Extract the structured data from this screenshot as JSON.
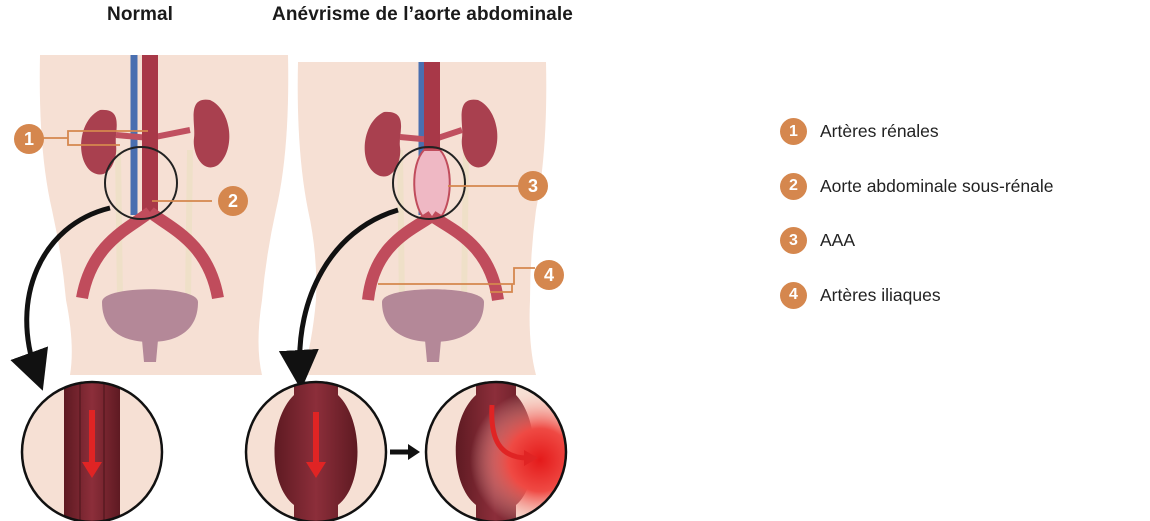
{
  "titles": {
    "normal": "Normal",
    "aneurysm": "Anévrisme de l’aorte abdominale"
  },
  "markers": [
    {
      "number": "1"
    },
    {
      "number": "2"
    },
    {
      "number": "3"
    },
    {
      "number": "4"
    }
  ],
  "legend": [
    {
      "number": "1",
      "label": "Artères rénales"
    },
    {
      "number": "2",
      "label": "Aorte abdominale sous-rénale"
    },
    {
      "number": "3",
      "label": "AAA"
    },
    {
      "number": "4",
      "label": "Artères iliaques"
    }
  ],
  "colors": {
    "skin": "#f6e0d4",
    "artery": "#a83848",
    "kidney": "#a9404f",
    "bladder": "#b48898",
    "vein": "#4a6fb0",
    "badge": "#d5874e",
    "rupture": "#e62020"
  }
}
